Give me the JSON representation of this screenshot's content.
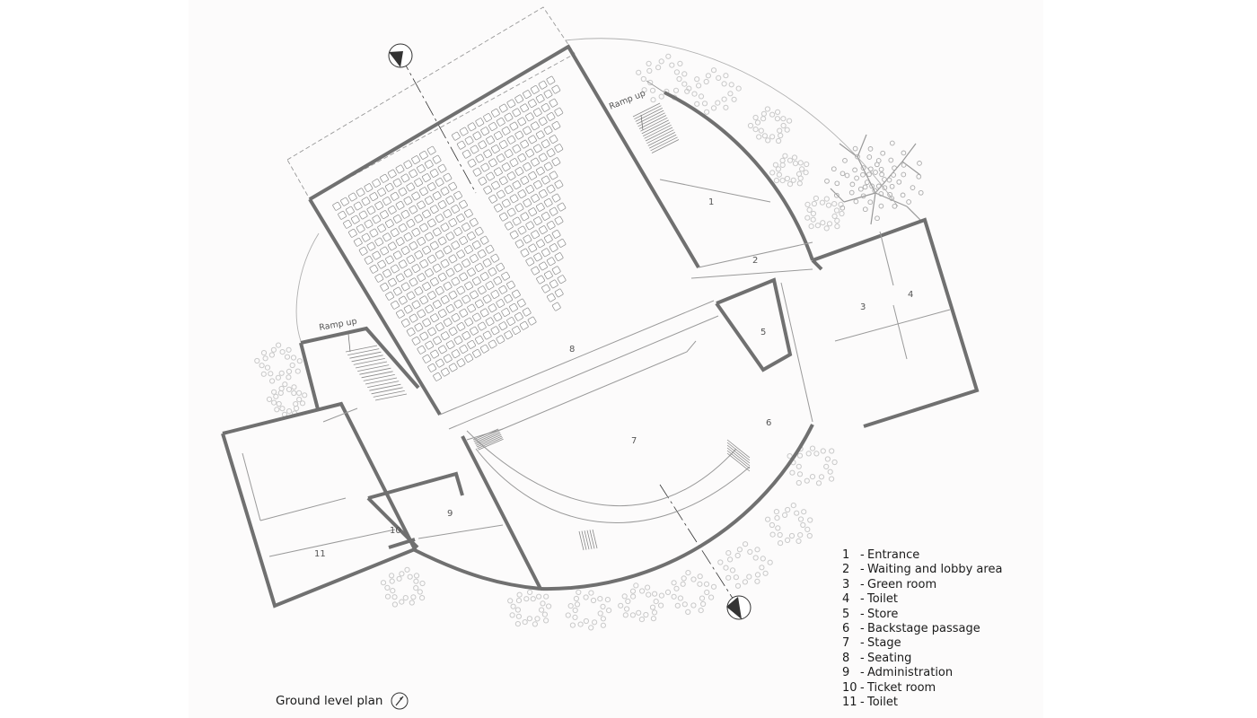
{
  "plan": {
    "caption": "Ground level plan",
    "room_numbers": [
      "1",
      "2",
      "3",
      "4",
      "5",
      "6",
      "7",
      "8",
      "9",
      "10",
      "11"
    ],
    "ramp_labels": [
      "Ramp up",
      "Ramp up"
    ],
    "legend": [
      {
        "num": "1",
        "label": "Entrance"
      },
      {
        "num": "2",
        "label": "Waiting and lobby area"
      },
      {
        "num": "3",
        "label": "Green room"
      },
      {
        "num": "4",
        "label": "Toilet"
      },
      {
        "num": "5",
        "label": "Store"
      },
      {
        "num": "6",
        "label": "Backstage passage"
      },
      {
        "num": "7",
        "label": "Stage"
      },
      {
        "num": "8",
        "label": "Seating"
      },
      {
        "num": "9",
        "label": "Administration"
      },
      {
        "num": "10",
        "label": "Ticket room"
      },
      {
        "num": "11",
        "label": "Toilet"
      }
    ]
  },
  "icons": {
    "north_arrow": "compass-arrow-icon",
    "section_marker": "section-marker-icon",
    "tree": "tree-icon"
  },
  "colors": {
    "wall": "#707070",
    "thin_line": "#9a9a9a",
    "text": "#1a1a1a",
    "tree": "#c9c9c9"
  }
}
